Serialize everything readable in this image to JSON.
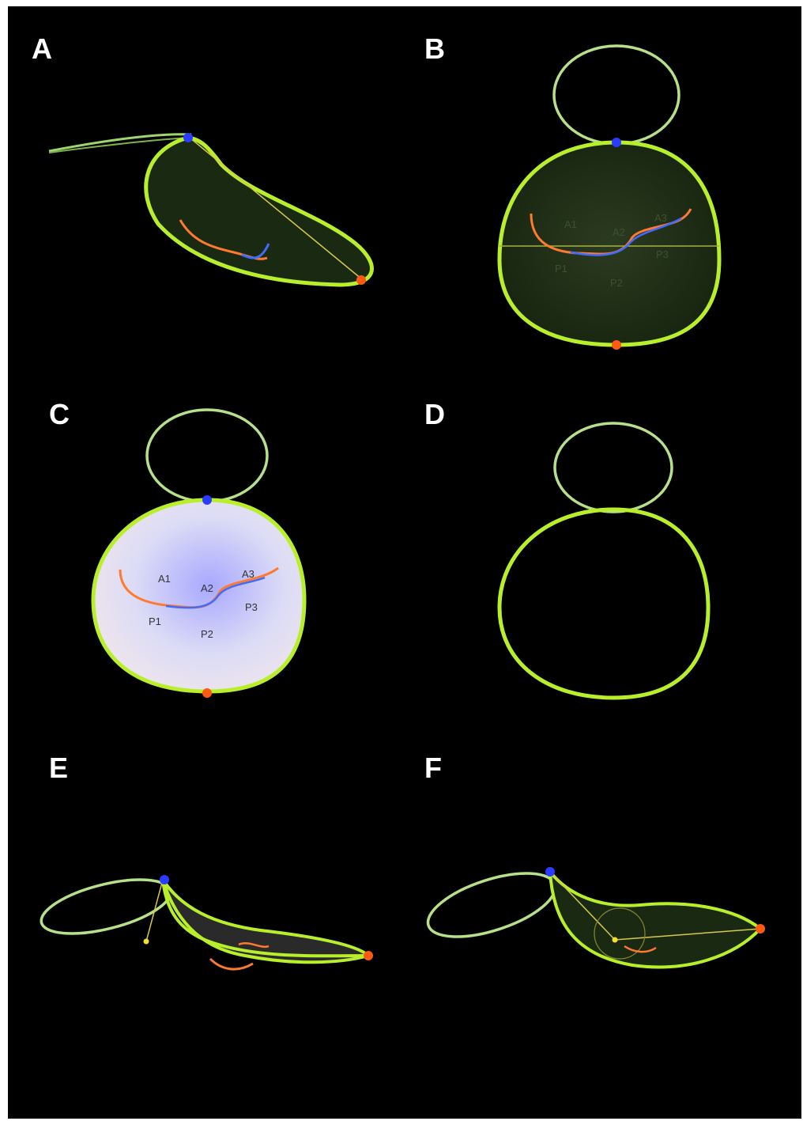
{
  "figure": {
    "panels": [
      {
        "letter": "A",
        "view": "lateral"
      },
      {
        "letter": "B",
        "view": "en face",
        "labels": [
          "A1",
          "A2",
          "A3",
          "P1",
          "P2",
          "P3"
        ]
      },
      {
        "letter": "C",
        "view": "en face, surface",
        "labels": [
          "A1",
          "A2",
          "A3",
          "P1",
          "P2",
          "P3"
        ]
      },
      {
        "letter": "D",
        "view": "annulus only"
      },
      {
        "letter": "E",
        "view": "oblique"
      },
      {
        "letter": "F",
        "view": "oblique with measurement"
      }
    ],
    "colors": {
      "background": "#000000",
      "annulus": "#b8ef2a",
      "aortic_ring": "#b6e08a",
      "coaptation_anterior": "#ff7a2e",
      "coaptation_posterior": "#3f6bff",
      "marker_anterior": "#2a3cff",
      "marker_posterior": "#ff5a14",
      "measurement_line": "#d6c84a",
      "leaflet_surface": "#c8c8ff"
    }
  }
}
